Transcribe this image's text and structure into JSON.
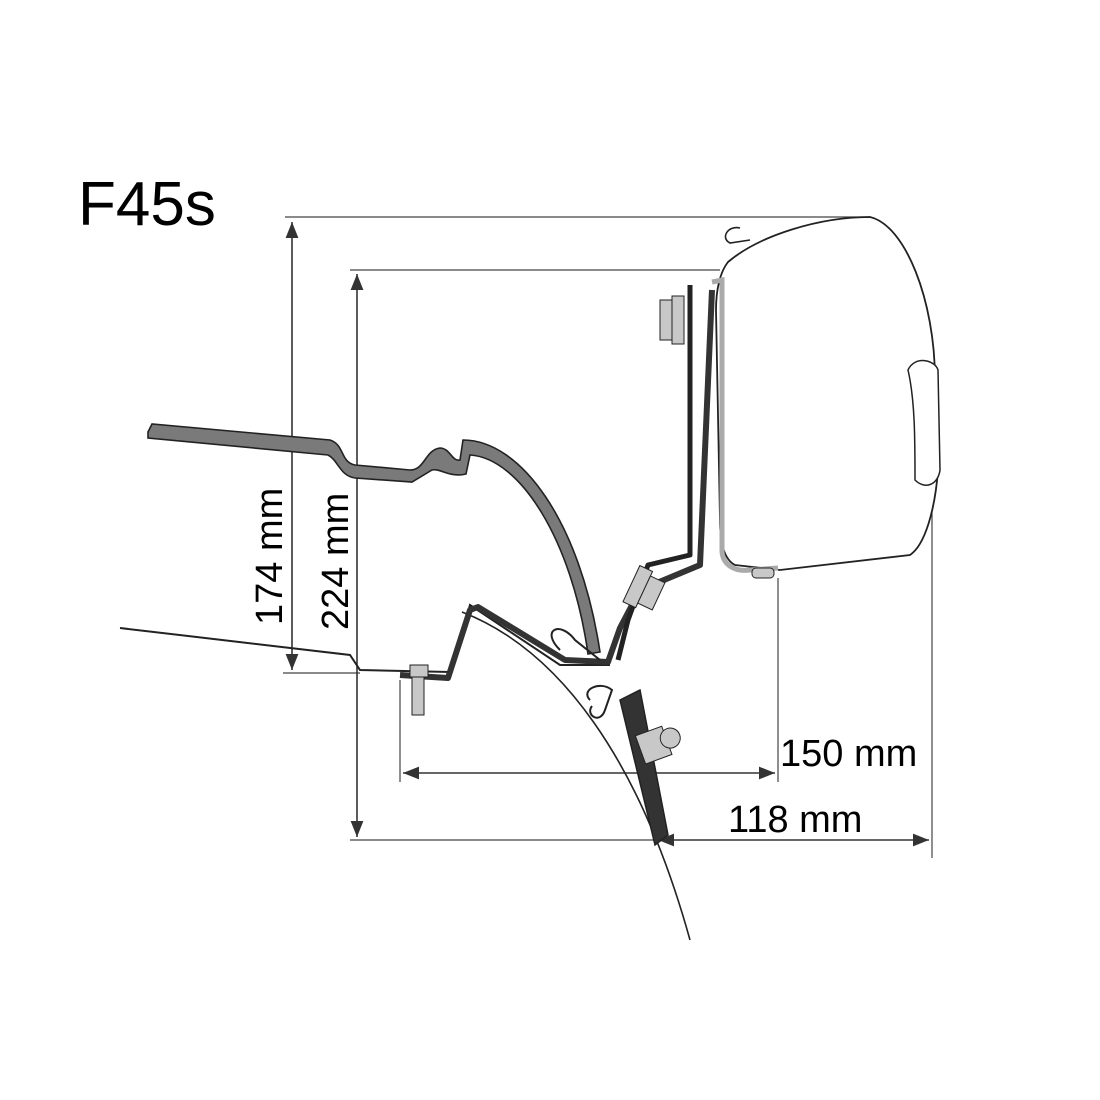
{
  "title": "F45s",
  "dimensions": {
    "height_outer": "174 mm",
    "height_inner": "224 mm",
    "width_outer": "150 mm",
    "width_inner": "118 mm"
  },
  "colors": {
    "line": "#222222",
    "bracket_fill": "#4a4a4a",
    "roof_fill": "#7a7a7a",
    "metal_fill": "#c8c8c8"
  }
}
